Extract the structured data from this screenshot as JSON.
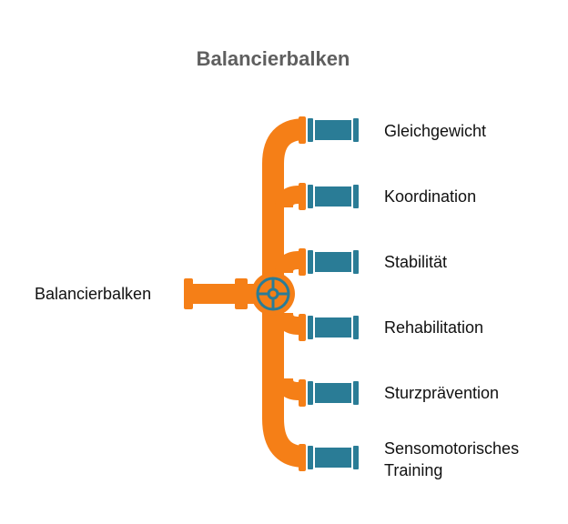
{
  "title": "Balancierbalken",
  "source": "Balancierbalken",
  "outputs": [
    "Gleichgewicht",
    "Koordination",
    "Stabilität",
    "Rehabilitation",
    "Sturzprävention",
    "Sensomotorisches Training"
  ],
  "colors": {
    "pipe": "#f57f17",
    "pipe_outlet": "#2a7c96",
    "valve": "#2a7c96",
    "title": "#5f5f5f",
    "text": "#111111"
  }
}
